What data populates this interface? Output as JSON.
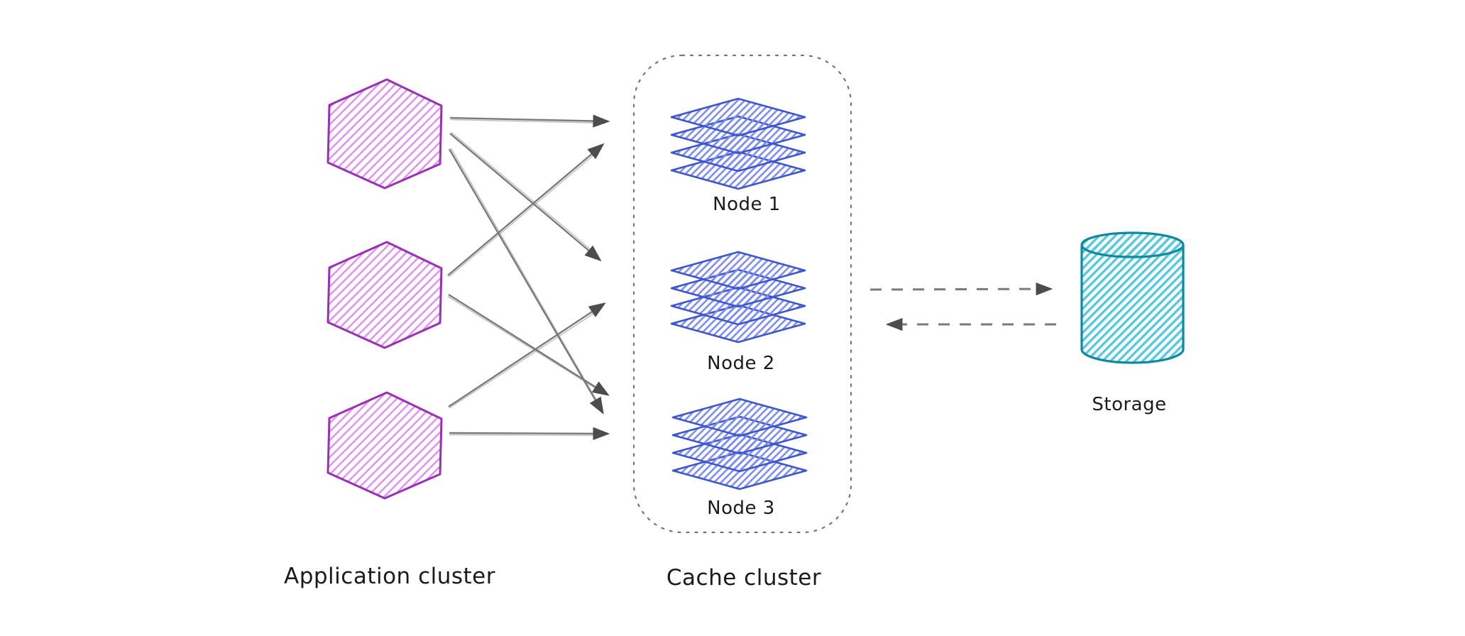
{
  "diagram": {
    "application_cluster": {
      "label": "Application cluster",
      "instance_count": 3
    },
    "cache_cluster": {
      "label": "Cache cluster",
      "nodes": [
        {
          "label": "Node 1"
        },
        {
          "label": "Node 2"
        },
        {
          "label": "Node 3"
        }
      ]
    },
    "storage": {
      "label": "Storage"
    },
    "connections": [
      {
        "from": "app-hexagon-1",
        "to": "cache-node-1",
        "style": "solid"
      },
      {
        "from": "app-hexagon-1",
        "to": "cache-node-2",
        "style": "solid"
      },
      {
        "from": "app-hexagon-1",
        "to": "cache-node-3",
        "style": "solid"
      },
      {
        "from": "app-hexagon-2",
        "to": "cache-node-1",
        "style": "solid"
      },
      {
        "from": "app-hexagon-2",
        "to": "cache-node-3",
        "style": "solid"
      },
      {
        "from": "app-hexagon-3",
        "to": "cache-node-2",
        "style": "solid"
      },
      {
        "from": "app-hexagon-3",
        "to": "cache-node-3",
        "style": "solid"
      },
      {
        "from": "cache-cluster",
        "to": "storage",
        "style": "dashed"
      },
      {
        "from": "storage",
        "to": "cache-cluster",
        "style": "dashed"
      }
    ]
  },
  "colors": {
    "background": "#ffffff",
    "label": "#1b1b1b",
    "app_stroke": "#9b2fb5",
    "app_hatch": "#dd8df2",
    "cache_stroke": "#3e56cc",
    "cache_hatch": "#7c8ced",
    "storage_stroke": "#0d8a9e",
    "storage_hatch": "#55c8dc",
    "arrow_line": "#7a7a7a",
    "arrow_head": "#4d4d4d",
    "boundary": "#757575"
  }
}
